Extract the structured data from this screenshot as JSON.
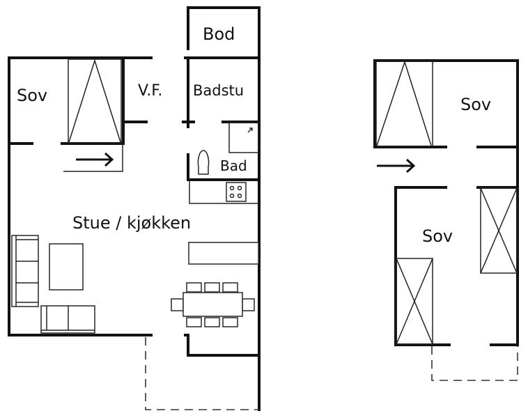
{
  "floorplan": {
    "ground_floor": {
      "rooms": {
        "bod": "Bod",
        "sov": "Sov",
        "vf": "V.F.",
        "badstu": "Badstu",
        "bad": "Bad",
        "stue": "Stue / kjøkken"
      }
    },
    "upper_floor": {
      "rooms": {
        "sov_top": "Sov",
        "sov_bottom": "Sov"
      }
    },
    "colors": {
      "line": "#111111",
      "background": "#ffffff"
    }
  }
}
